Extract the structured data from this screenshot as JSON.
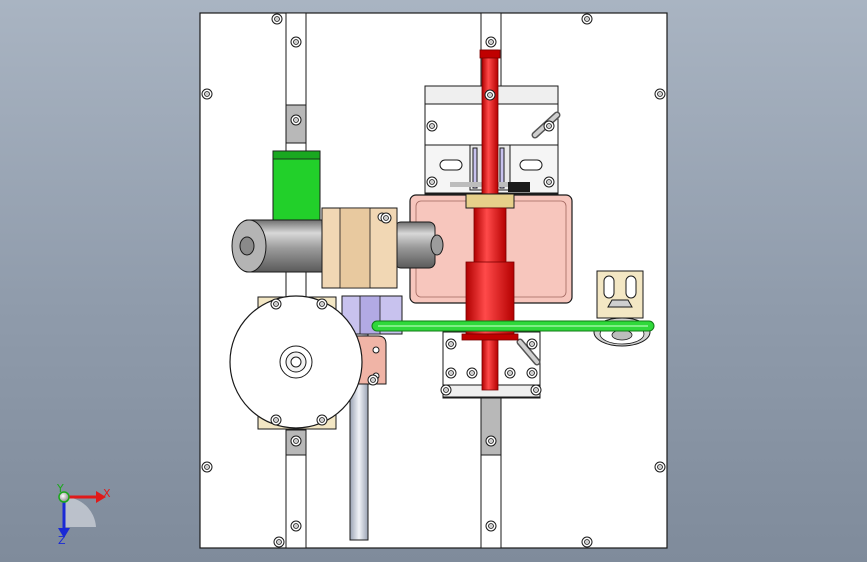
{
  "viewport": {
    "background_top": "#a9b4c2",
    "background_bottom": "#7f8b9b"
  },
  "colors": {
    "plate": "#ffffff",
    "outline": "#1a1a1a",
    "motor_gray": "#a7a7a7",
    "spindle_red": "#e61e1e",
    "belt_green": "#2fd93a",
    "block_green": "#22d02a",
    "pink_panel": "#f7c6bd",
    "tan_block": "#f1d7b4",
    "brass": "#e6d08a",
    "lavender": "#c8c2ee",
    "axis_x": "#e01a1a",
    "axis_y": "#1aa81a",
    "axis_z": "#1a2ad6"
  },
  "components": {
    "fasteners": "hex-socket-screw-icon",
    "motor": "cylinder-motor-icon",
    "pulley": "pulley-wheel-icon",
    "spindle": "red-spindle-icon",
    "belt": "drive-belt-icon"
  },
  "triad": {
    "x_label": "X",
    "y_label": "Y",
    "z_label": "Z"
  }
}
